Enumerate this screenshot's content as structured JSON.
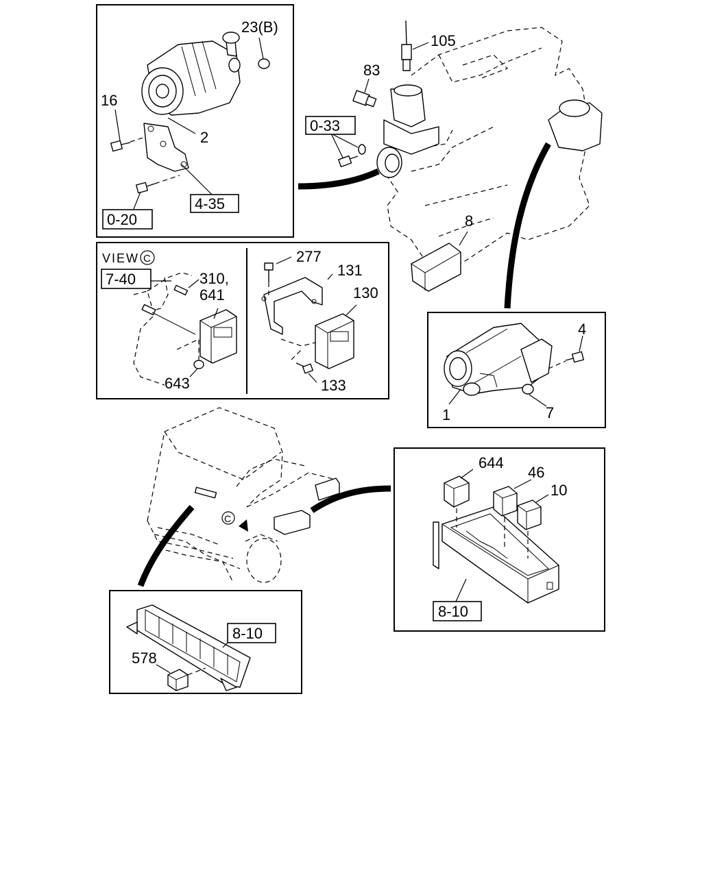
{
  "callouts": {
    "alt_23b": "23(B)",
    "alt_16": "16",
    "alt_2": "2",
    "sender_105": "105",
    "sender_83": "83",
    "module_8": "8",
    "view_310": "310,",
    "view_641": "641",
    "view_643": "643",
    "bracket_277": "277",
    "bracket_131": "131",
    "module_130": "130",
    "bolt_133": "133",
    "starter_4": "4",
    "starter_1": "1",
    "starter_7": "7",
    "relay_644": "644",
    "relay_46": "46",
    "relay_10": "10",
    "relay_578": "578"
  },
  "reference_boxes": {
    "ref_0_33": "0-33",
    "ref_4_35": "4-35",
    "ref_0_20": "0-20",
    "ref_7_40": "7-40",
    "ref_8_10_right": "8-10",
    "ref_8_10_bottom": "8-10"
  },
  "view": {
    "label": "VIEW",
    "marker": "C"
  },
  "truck": {
    "view_marker": "C"
  }
}
